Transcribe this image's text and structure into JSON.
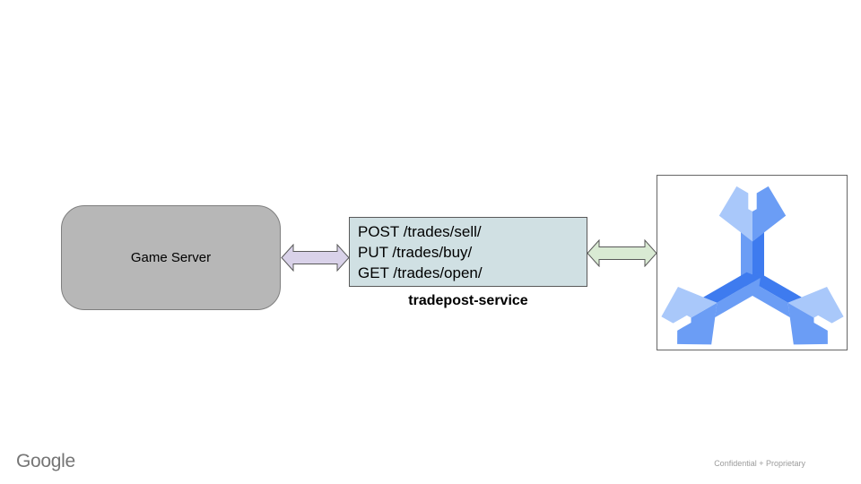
{
  "slide": {
    "background": "#ffffff",
    "footer": {
      "brand": "Google",
      "confidentiality": "Confidential + Proprietary"
    }
  },
  "diagram": {
    "game_server": {
      "label": "Game Server",
      "fill": "#b7b7b7",
      "border": "#7f7f7f"
    },
    "service_box": {
      "endpoints": [
        "POST /trades/sell/",
        "PUT /trades/buy/",
        "GET /trades/open/"
      ],
      "fill": "#d0e0e3",
      "border": "#595959"
    },
    "service_label": "tradepost-service",
    "arrows": {
      "left": {
        "icon": "double-headed-arrow",
        "fill": "#d9d2e9",
        "stroke": "#595959"
      },
      "right": {
        "icon": "double-headed-arrow",
        "fill": "#d9ead3",
        "stroke": "#595959"
      }
    },
    "logo": {
      "icon": "open-match-wrench-logo",
      "frame_border": "#666666",
      "colors": {
        "light": "#a9c8fa",
        "medium": "#6b9df5",
        "dark": "#3e7bef"
      }
    }
  }
}
